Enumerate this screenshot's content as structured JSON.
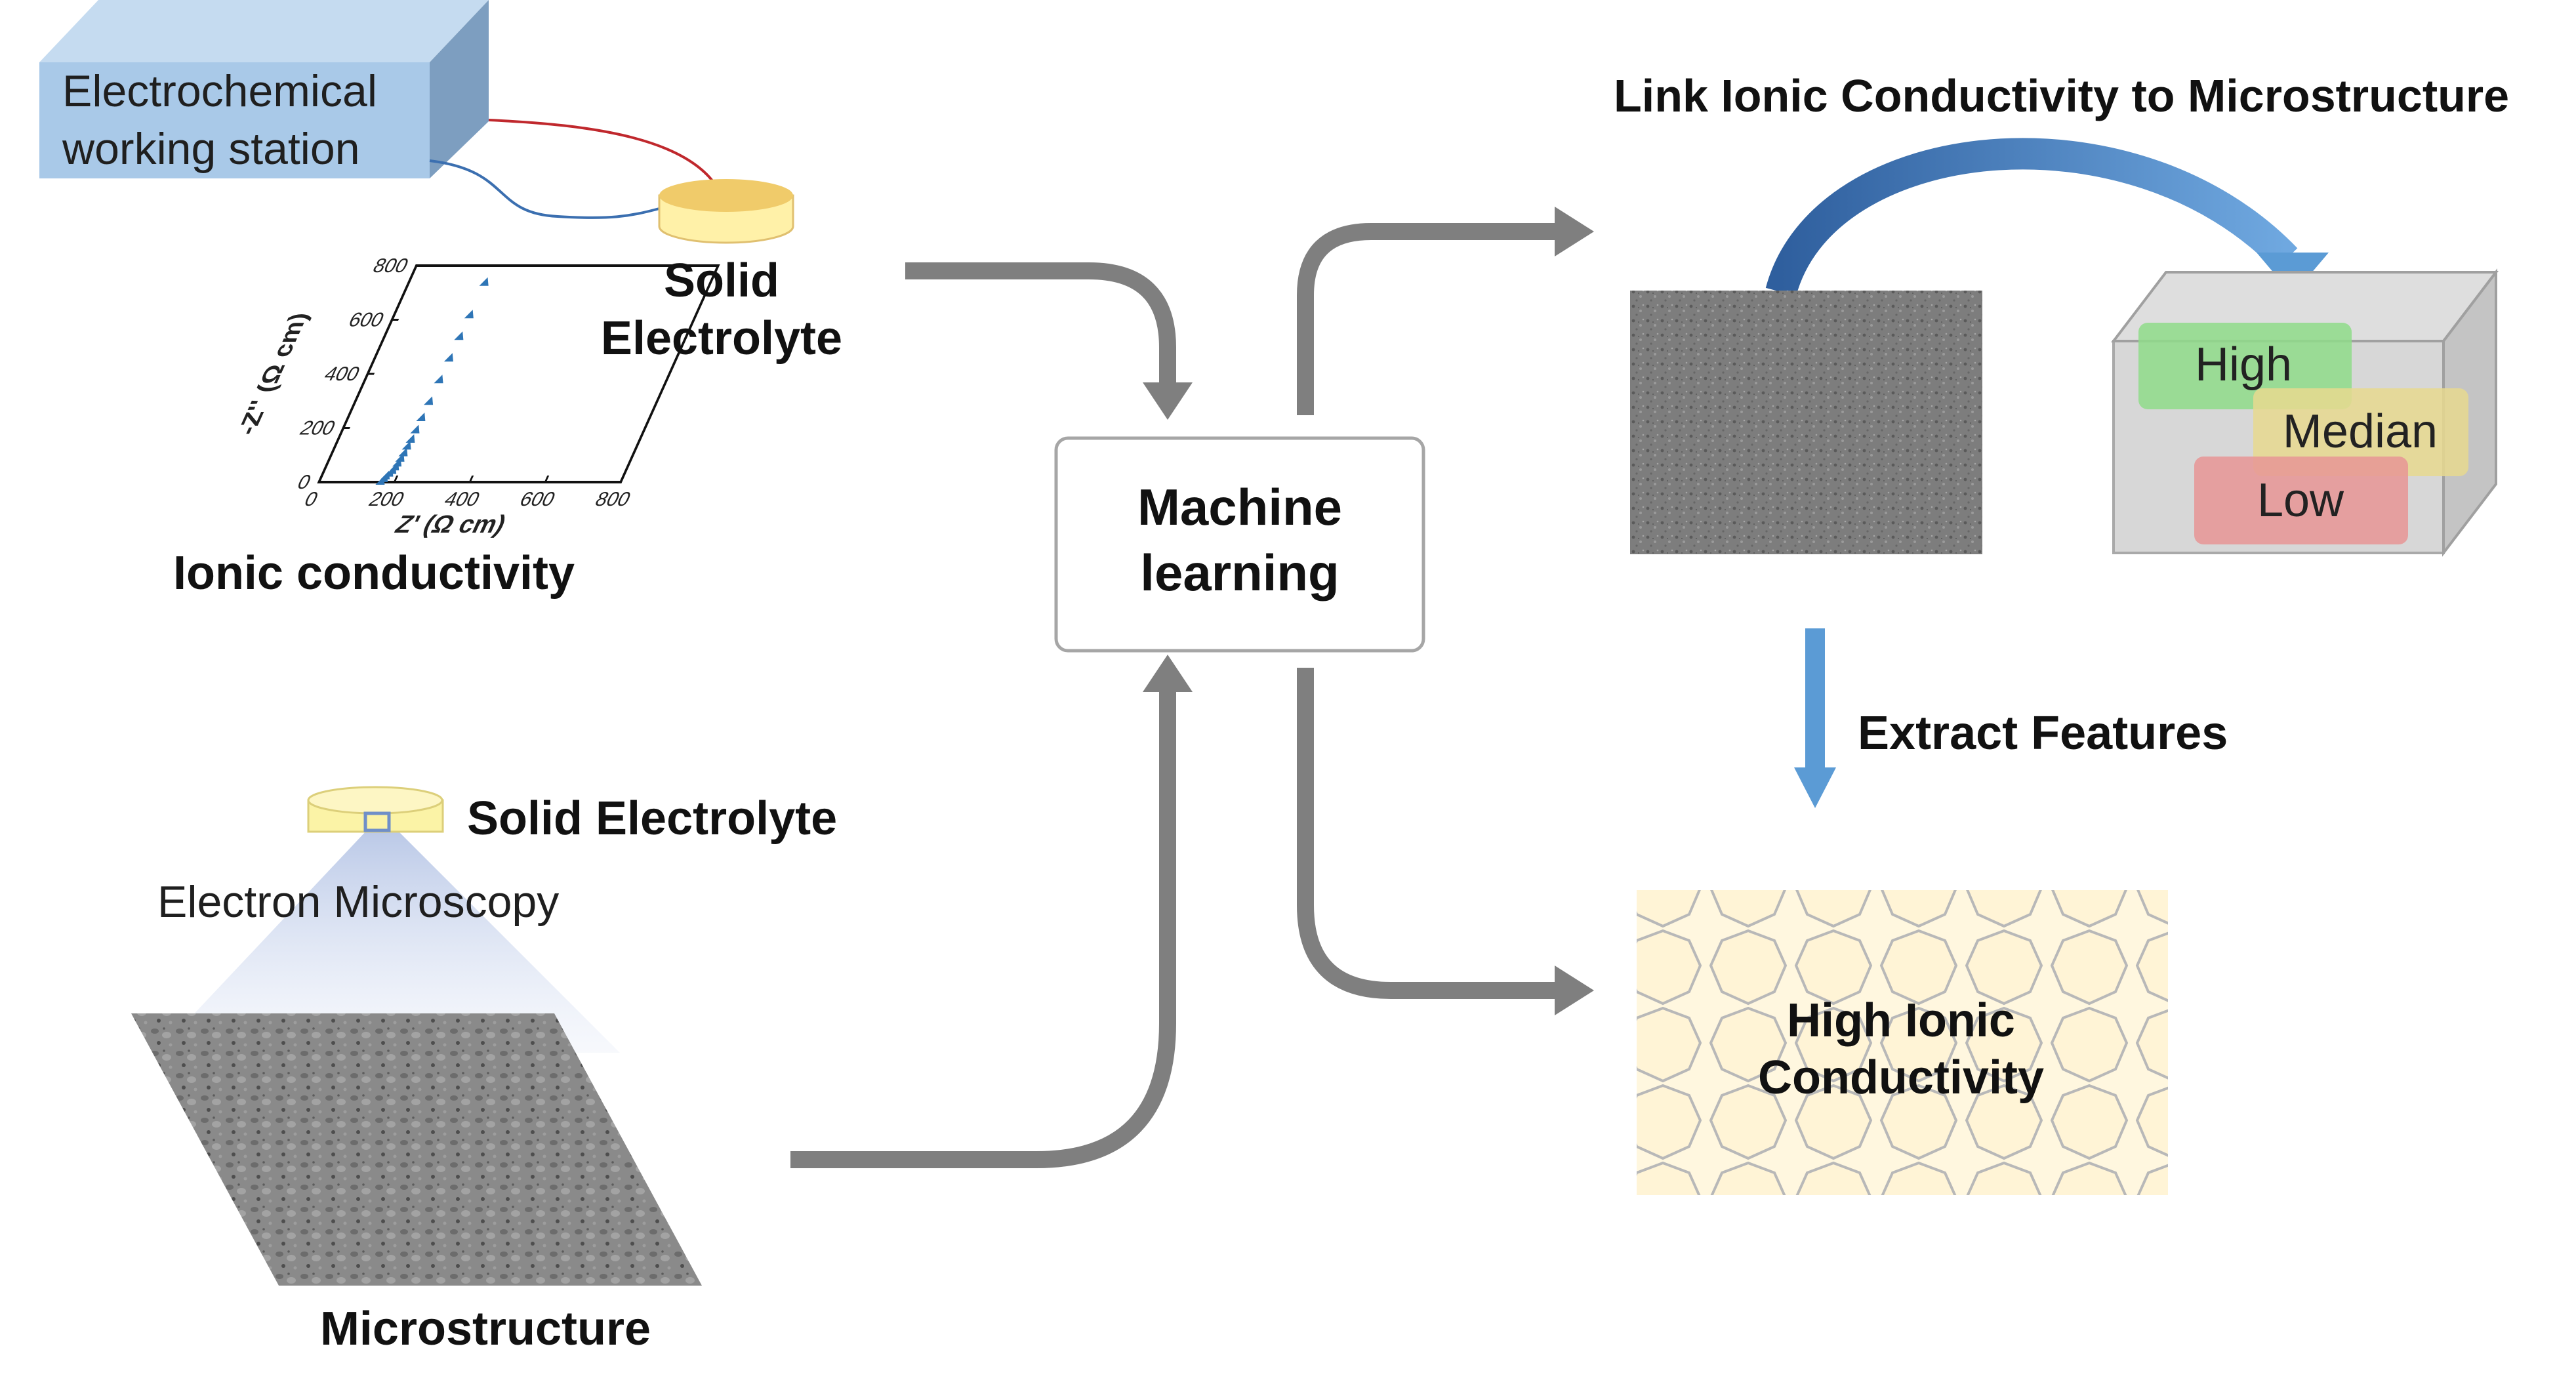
{
  "workstation": {
    "line1": "Electrochemical",
    "line2": "working station"
  },
  "solid_electrolyte_top": {
    "line1": "Solid",
    "line2": "Electrolyte"
  },
  "nyquist_plot": {
    "xlabel": "Z' (Ω cm)",
    "ylabel": "-Z'' (Ω cm)",
    "x_ticks": [
      "0",
      "200",
      "400",
      "600",
      "800"
    ],
    "y_ticks": [
      "0",
      "200",
      "400",
      "600",
      "800"
    ],
    "caption": "Ionic conductivity"
  },
  "chart_data": {
    "type": "scatter",
    "xlabel": "Z' (Ω cm)",
    "ylabel": "-Z'' (Ω cm)",
    "xlim": [
      0,
      800
    ],
    "ylim": [
      0,
      800
    ],
    "series": [
      {
        "points": [
          [
            165,
            5
          ],
          [
            170,
            15
          ],
          [
            172,
            25
          ],
          [
            178,
            35
          ],
          [
            183,
            45
          ],
          [
            186,
            58
          ],
          [
            188,
            72
          ],
          [
            190,
            90
          ],
          [
            192,
            110
          ],
          [
            193,
            135
          ],
          [
            195,
            160
          ],
          [
            196,
            195
          ],
          [
            197,
            240
          ],
          [
            198,
            300
          ],
          [
            199,
            380
          ],
          [
            200,
            460
          ],
          [
            201,
            540
          ],
          [
            202,
            620
          ],
          [
            203,
            740
          ]
        ]
      }
    ]
  },
  "solid_electrolyte_bottom": {
    "label": "Solid Electrolyte"
  },
  "electron_microscopy": {
    "label": "Electron Microscopy"
  },
  "microstructure": {
    "caption": "Microstructure"
  },
  "machine_learning": {
    "line1": "Machine",
    "line2": "learning"
  },
  "link_title": "Link Ionic Conductivity to Microstructure",
  "classification": {
    "levels": [
      "High",
      "Median",
      "Low"
    ],
    "colors": [
      "#8fdc8a",
      "#e8d98f",
      "#e79595"
    ]
  },
  "extract_features": "Extract Features",
  "high_ionic": {
    "line1": "High Ionic",
    "line2": "Conductivity"
  },
  "colors": {
    "arrow_gray": "#7f7f7f",
    "blue_accent": "#5b9bd5",
    "point_blue": "#2e75b6"
  }
}
